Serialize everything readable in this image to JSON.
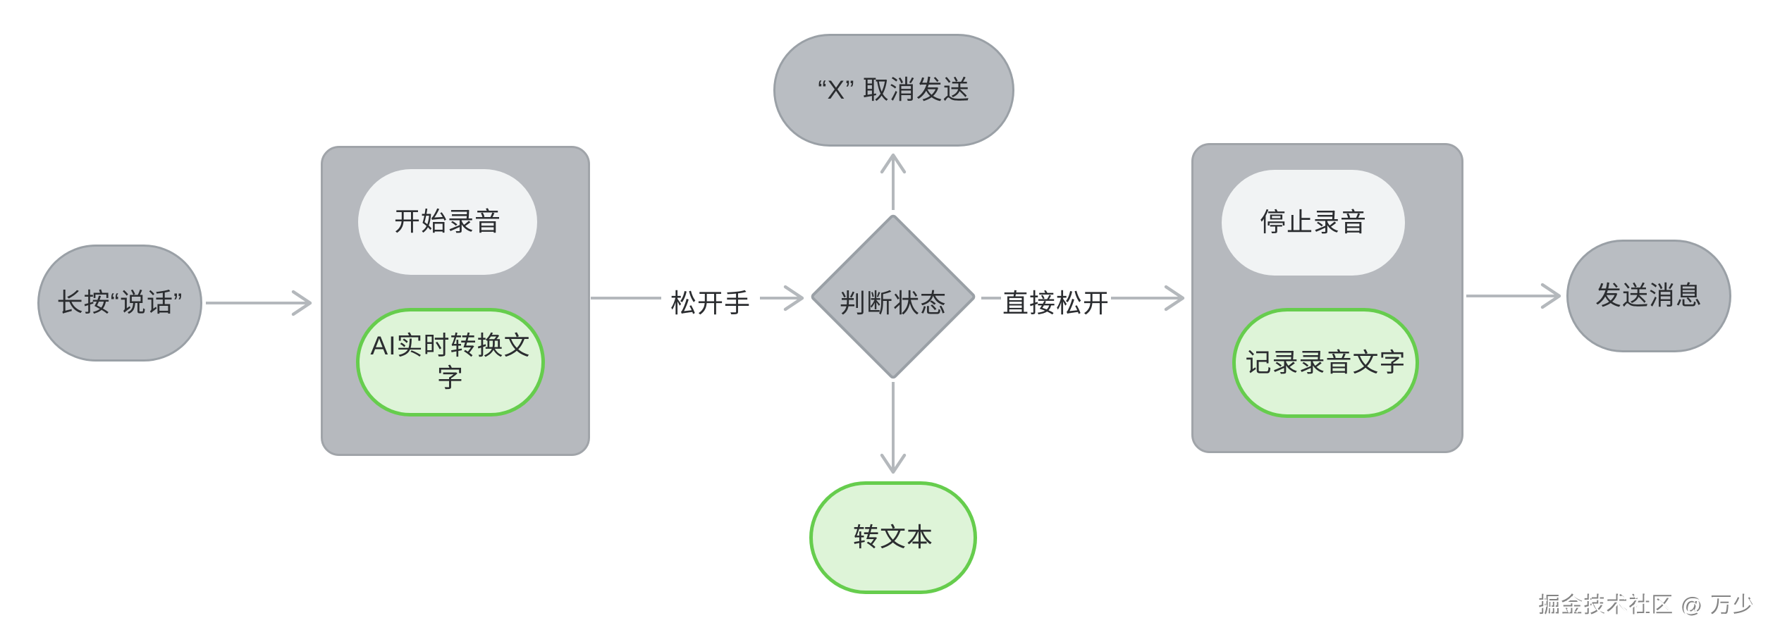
{
  "diagram": {
    "nodes": {
      "start": "长按“说话”",
      "record_box": {
        "start_record": "开始录音",
        "ai_convert": "AI实时转换文字"
      },
      "decision": "判断状态",
      "cancel": "“X” 取消发送",
      "to_text": "转文本",
      "stop_box": {
        "stop_record": "停止录音",
        "save_text": "记录录音文字"
      },
      "send": "发送消息"
    },
    "edge_labels": {
      "release": "松开手",
      "direct_release": "直接松开"
    },
    "watermark": "掘金技术社区 @ 万少",
    "colors": {
      "node_gray_fill": "#b9bdc2",
      "node_gray_border": "#9aa0a6",
      "container_fill": "#b6b9be",
      "white_pill_fill": "#f1f3f4",
      "green_pill_fill": "#def4d8",
      "green_pill_border": "#66cd4d",
      "arrow": "#b4b8bc",
      "text": "#2b2d30"
    }
  }
}
